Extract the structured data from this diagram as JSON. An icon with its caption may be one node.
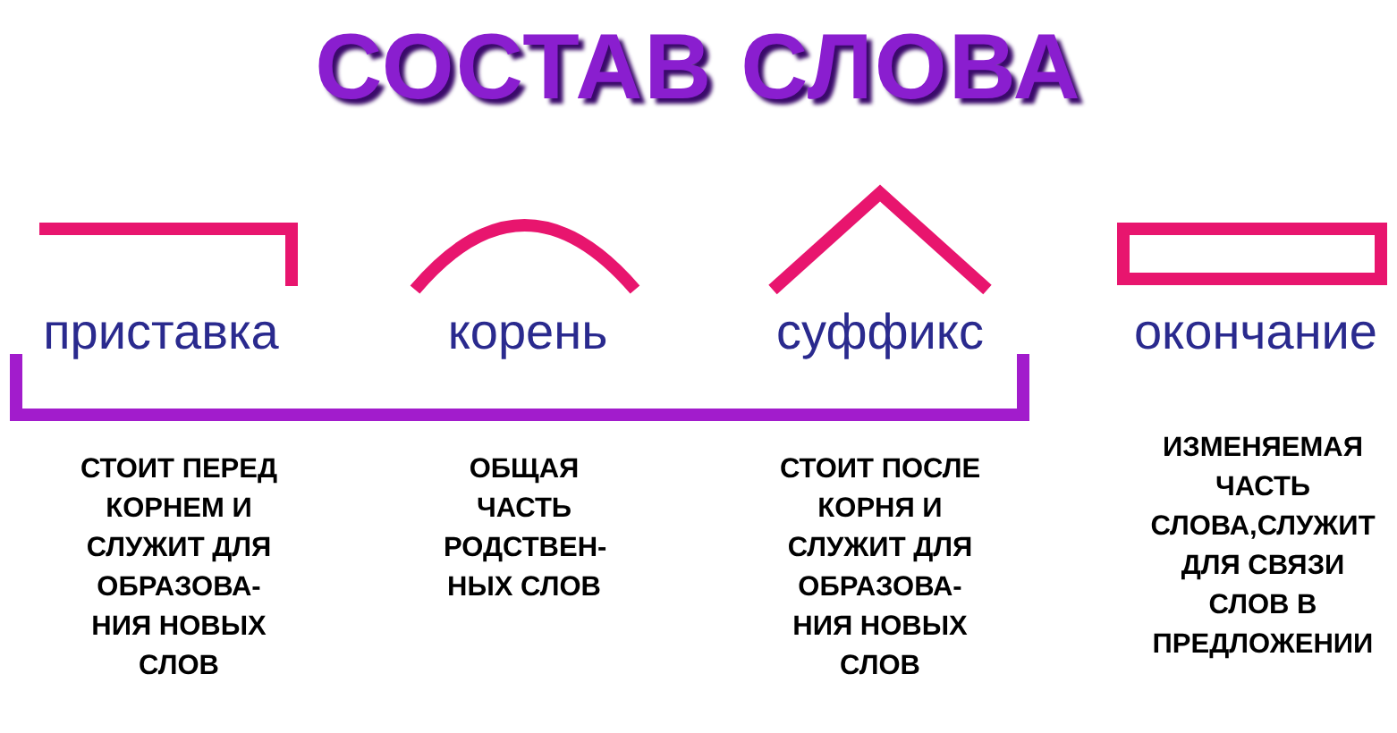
{
  "diagram": {
    "title": "СОСТАВ СЛОВА",
    "labels": [
      "приставка",
      "корень",
      "суффикс",
      "окончание",
      "СТОИТ ПЕРЕД КОРНЕМ И СЛУЖИТ ДЛЯ ОБРАЗОВА- НИЯ НОВЫХ СЛОВ",
      "ОБЩАЯ ЧАСТЬ РОДСТВЕН- НЫХ СЛОВ",
      "СТОИТ ПОСЛЕ КОРНЯ И СЛУЖИТ ДЛЯ ОБРАЗОВА- НИЯ НОВЫХ СЛОВ",
      "ИЗМЕНЯЕМАЯ ЧАСТЬ СЛОВА,СЛУЖИТ ДЛЯ СВЯЗИ СЛОВ В ПРЕДЛОЖЕНИИ"
    ]
  }
}
